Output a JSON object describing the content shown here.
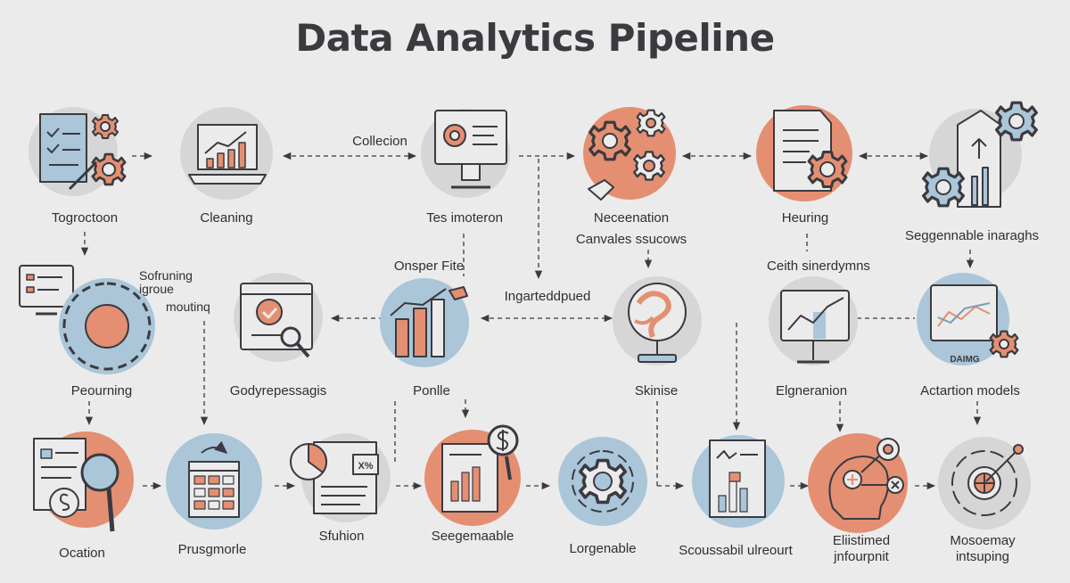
{
  "title": "Data Analytics Pipeline",
  "palette": {
    "blue": "#aac6d8",
    "coral": "#e48f72",
    "grey": "#d6d6d6",
    "ink": "#3a3a40"
  },
  "nodes": [
    {
      "id": "n1",
      "label": "Togroctoon",
      "icon": "checklist-gears-icon",
      "fill": "grey"
    },
    {
      "id": "n2",
      "label": "Cleaning",
      "icon": "laptop-chart-icon",
      "fill": "grey"
    },
    {
      "id": "n3",
      "label": "Tes imoteron",
      "icon": "monitor-target-icon",
      "fill": "grey"
    },
    {
      "id": "n4",
      "label": "Neceenation",
      "icon": "gears-cluster-icon",
      "fill": "coral"
    },
    {
      "id": "n5",
      "label": "Heuring",
      "icon": "document-gear-icon",
      "fill": "coral"
    },
    {
      "id": "n6",
      "label": "Seggennable inaraghs",
      "icon": "building-gears-icon",
      "fill": "grey"
    },
    {
      "id": "n7",
      "label": "Peourning",
      "icon": "monitor-dial-icon",
      "fill": "blue"
    },
    {
      "id": "n8",
      "label": "Godyrepessagis",
      "icon": "screen-magnifier-icon",
      "fill": "grey"
    },
    {
      "id": "n9",
      "label": "Ponlle",
      "icon": "bar-chart-icon",
      "fill": "blue"
    },
    {
      "id": "n10",
      "label": "Skinise",
      "icon": "globe-stand-icon",
      "fill": "grey"
    },
    {
      "id": "n11",
      "label": "Elgneranion",
      "icon": "monitor-line-chart-icon",
      "fill": "grey"
    },
    {
      "id": "n12",
      "label": "Actartion models",
      "icon": "monitor-gear-icon",
      "fill": "blue"
    },
    {
      "id": "n13",
      "label": "Ocation",
      "icon": "document-search-icon",
      "fill": "coral"
    },
    {
      "id": "n14",
      "label": "Prusgmorle",
      "icon": "calendar-grid-icon",
      "fill": "blue"
    },
    {
      "id": "n15",
      "label": "Sfuhion",
      "icon": "pie-report-icon",
      "fill": "grey"
    },
    {
      "id": "n16",
      "label": "Seegemaable",
      "icon": "report-dollar-icon",
      "fill": "coral"
    },
    {
      "id": "n17",
      "label": "Lorgenable",
      "icon": "gear-cycle-icon",
      "fill": "blue"
    },
    {
      "id": "n18",
      "label": "Scoussabil ulreourt",
      "icon": "document-chart-icon",
      "fill": "blue"
    },
    {
      "id": "n19",
      "label": "Eliistimed\njnfourpnit",
      "icon": "head-network-icon",
      "fill": "coral"
    },
    {
      "id": "n20",
      "label": "Mosoemay\nintsuping",
      "icon": "target-cycle-icon",
      "fill": "grey"
    }
  ],
  "annotations": {
    "collecion": "Collecion",
    "canvales": "Canvales ssucows",
    "ceith": "Ceith sinerdymns",
    "onsper": "Onsper Fite",
    "ingarted": "Ingarteddpued",
    "sofunning": "Sofruning\nigroue",
    "moutinq": "moutinq",
    "monitor_badge": "DAIMG",
    "report_badge": "X%"
  }
}
